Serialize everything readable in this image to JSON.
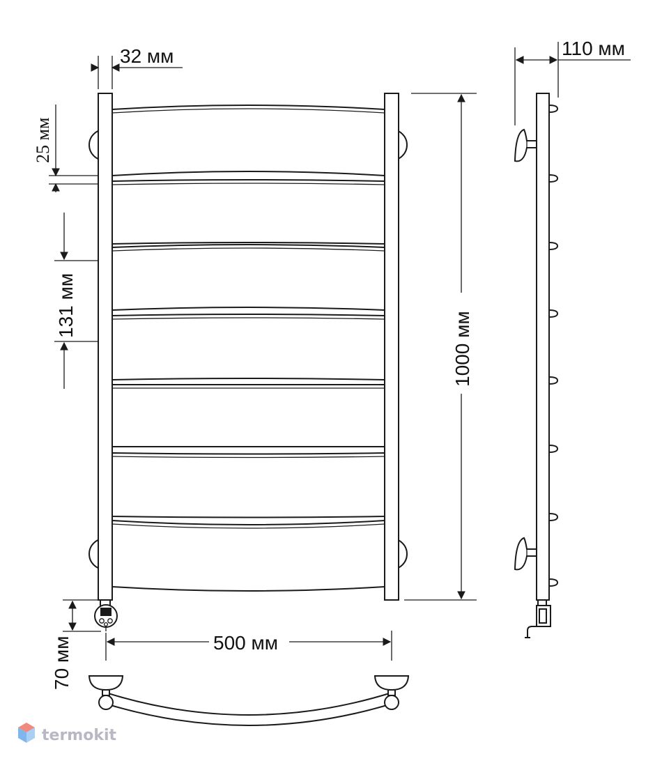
{
  "dimensions": {
    "tube_width": "32 мм",
    "wall_offset": "110 мм",
    "rung_thickness": "25 мм",
    "rung_spacing": "131 мм",
    "height": "1000 мм",
    "width": "500 мм",
    "bottom_offset": "70 мм"
  },
  "brand": {
    "name": "termokit"
  },
  "colors": {
    "line": "#1a1a1a",
    "logo_top": "#f08a7e",
    "logo_bottom": "#7fb6ee"
  },
  "icons": {
    "logo": "hexagon-cube-icon"
  }
}
